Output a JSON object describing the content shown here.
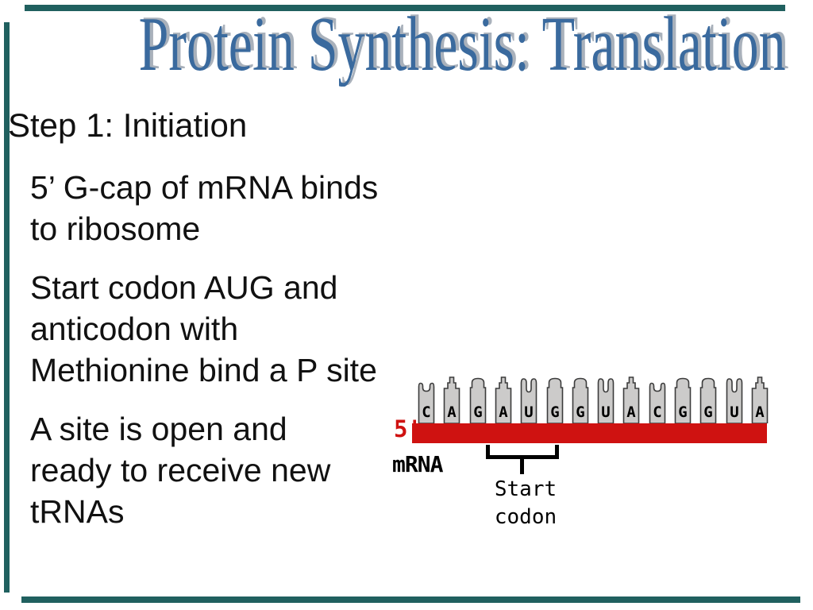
{
  "slide": {
    "title": "Protein Synthesis: Translation",
    "heading": "Step 1: Initiation",
    "bullets": [
      "5’ G-cap of mRNA binds\nto ribosome",
      "Start codon AUG and\nanticodon with\nMethionine bind a P site",
      "A site is open and\nready to receive new\ntRNAs"
    ]
  },
  "diagram": {
    "five_prime": "5'",
    "mrna_label": "mRNA",
    "start_codon_label": "Start\ncodon",
    "sequence": [
      "C",
      "A",
      "G",
      "A",
      "U",
      "G",
      "G",
      "U",
      "A",
      "C",
      "G",
      "G",
      "U",
      "A"
    ],
    "start_codon_positions": [
      4,
      5,
      6
    ]
  },
  "colors": {
    "title_blue": "#3a6a9e",
    "title_shadow": "#a9b1bb",
    "strand_red": "#cf1211",
    "accent_teal": "#20605f",
    "nucleotide_gray": "#cccbca",
    "text_black": "#111111"
  }
}
